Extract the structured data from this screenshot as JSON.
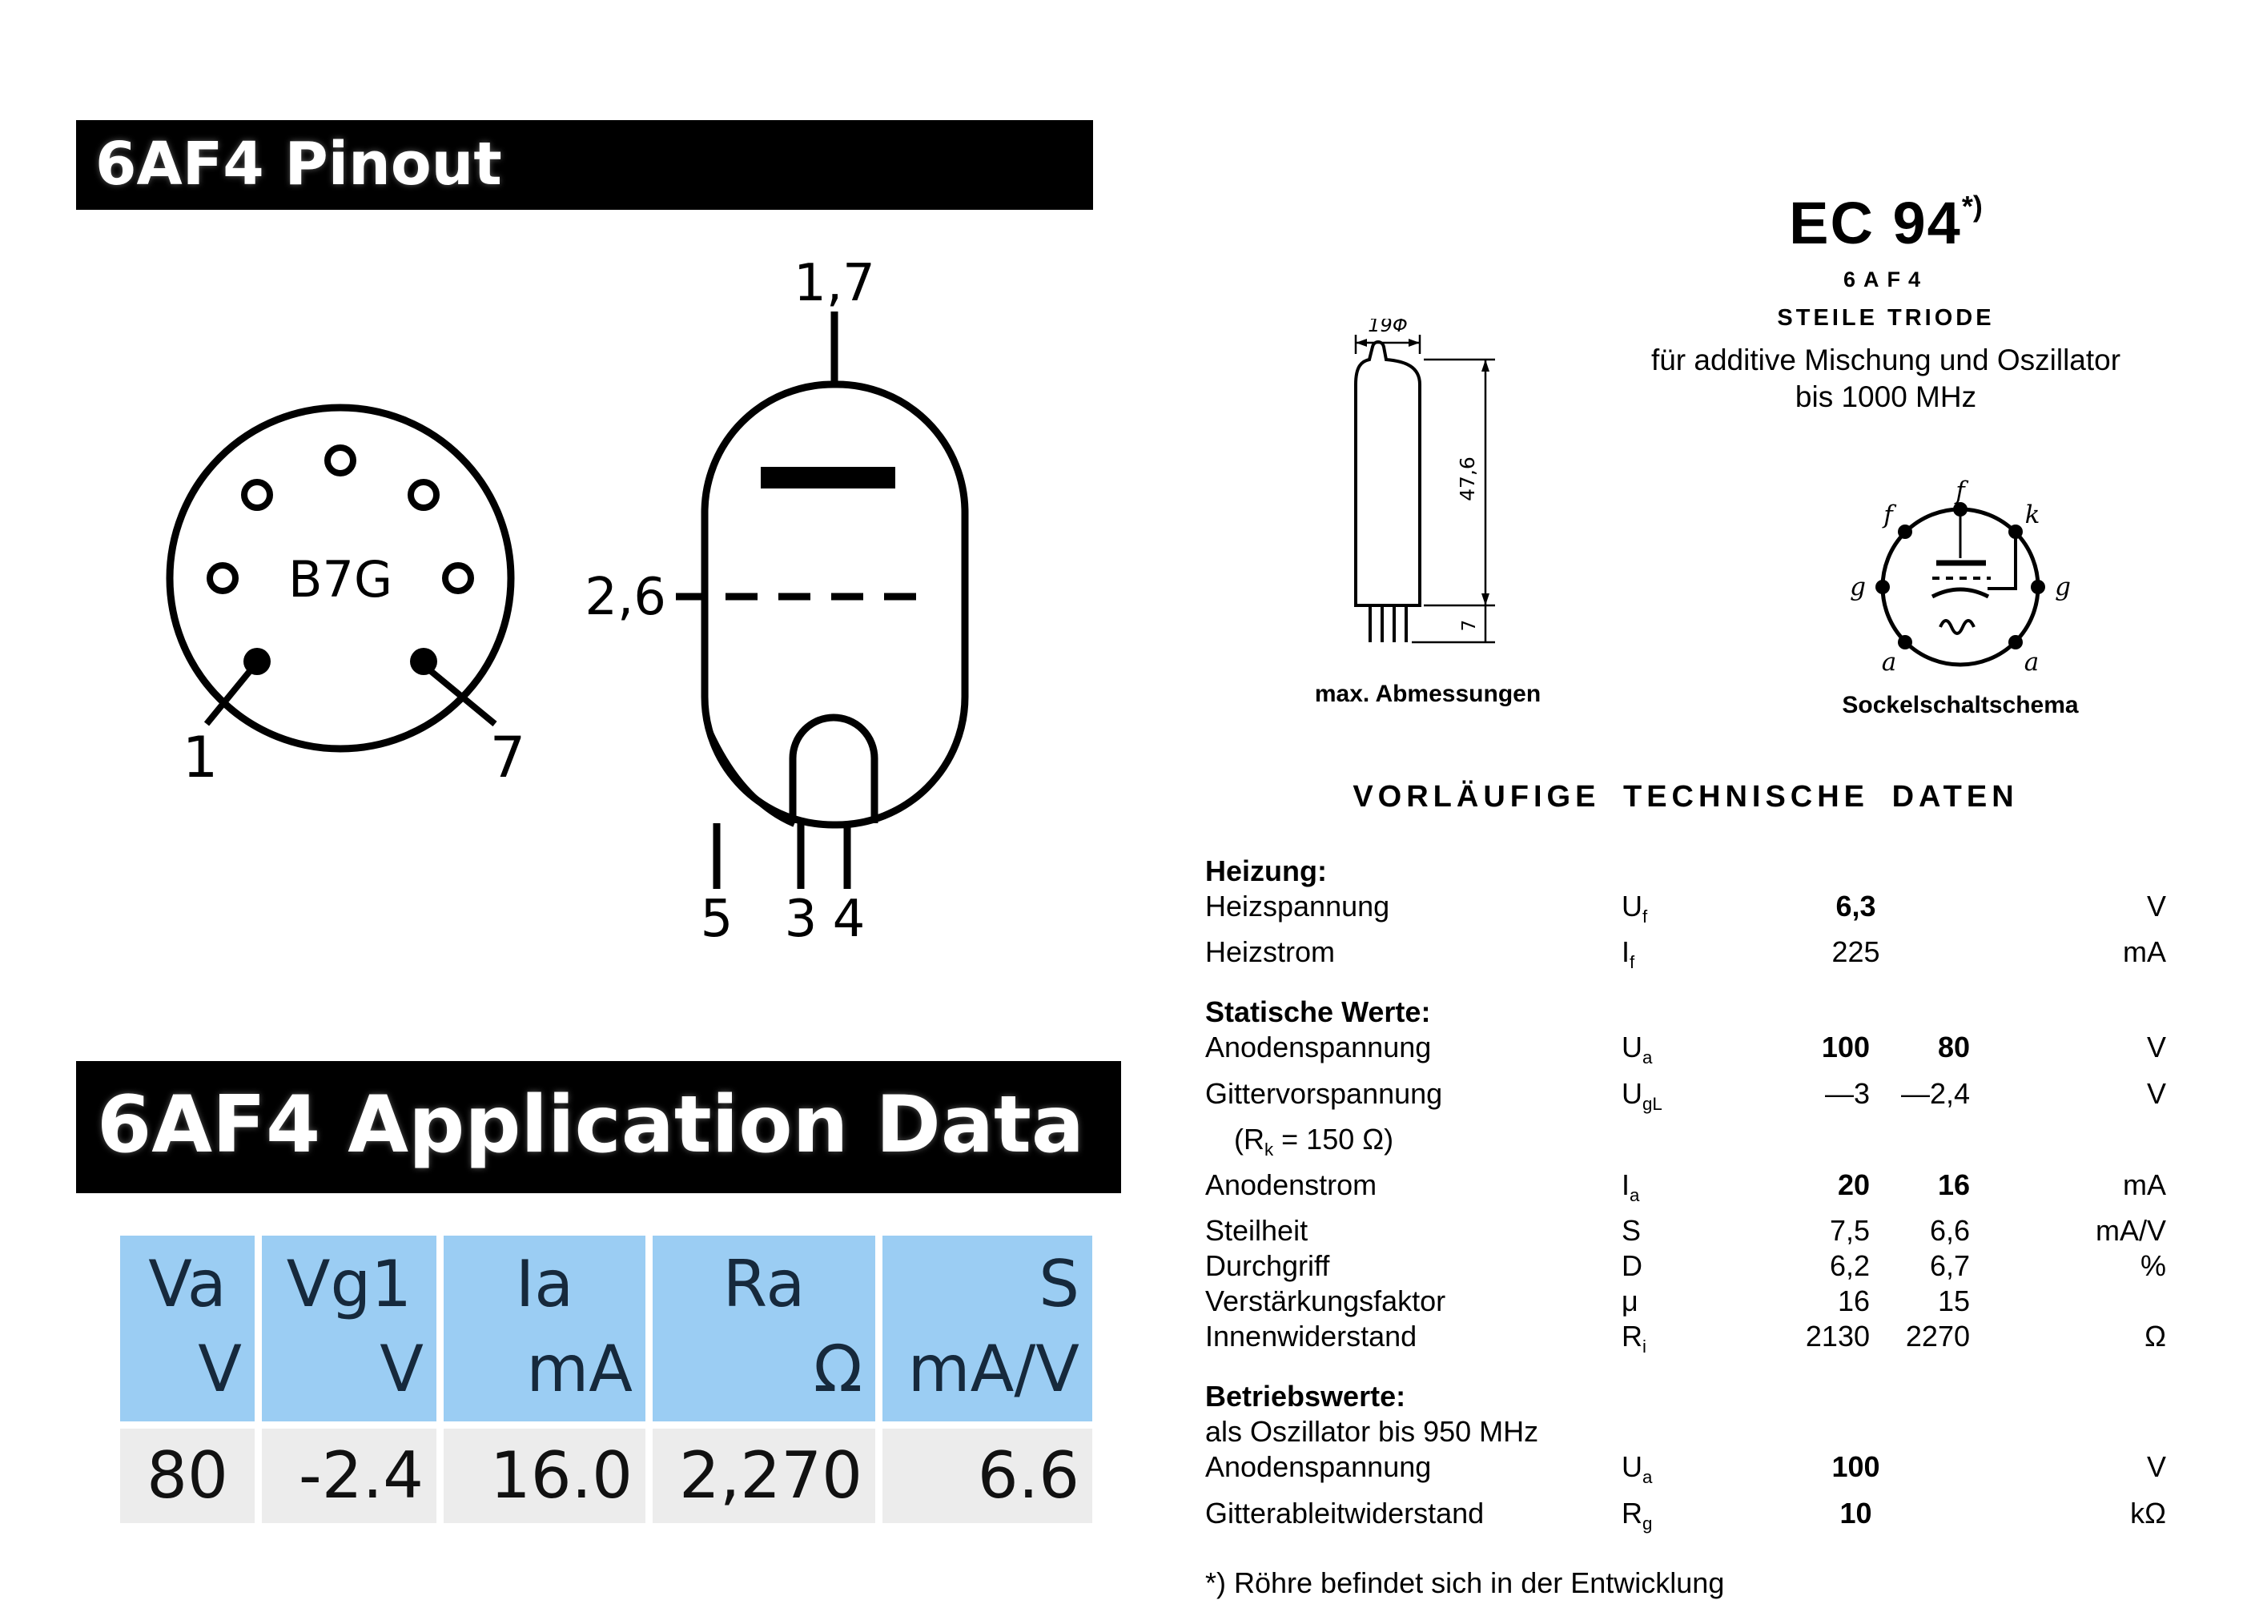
{
  "pinout": {
    "header": "6AF4 Pinout",
    "base_label": "B7G",
    "base_pin_left": "1",
    "base_pin_right": "7",
    "tube_top": "1,7",
    "tube_left": "2,6",
    "tube_bottom": [
      "5",
      "3",
      "4"
    ]
  },
  "application": {
    "header": "6AF4 Application Data",
    "columns": [
      {
        "name": "Va",
        "unit": "V"
      },
      {
        "name": "Vg1",
        "unit": "V"
      },
      {
        "name": "Ia",
        "unit": "mA"
      },
      {
        "name": "Ra",
        "unit": "Ω"
      },
      {
        "name": "S",
        "unit": "mA/V"
      }
    ],
    "values": [
      "80",
      "-2.4",
      "16.0",
      "2,270",
      "6.6"
    ]
  },
  "datasheet": {
    "title": "EC 94",
    "title_footnote": "*)",
    "type_number": "6AF4",
    "tube_type": "STEILE TRIODE",
    "description_line1": "für additive Mischung und Oszillator",
    "description_line2": "bis 1000 MHz",
    "dimensions": {
      "diameter": "19Φ",
      "height": "47,6",
      "pin_length": "7",
      "caption": "max. Abmessungen"
    },
    "socket": {
      "caption": "Sockelschaltschema",
      "pins": {
        "top": "f",
        "top_left": "f",
        "top_right": "k",
        "left": "g",
        "right": "g",
        "bottom_left": "a",
        "bottom_right": "a"
      }
    },
    "section_heading": "VORLÄUFIGE TECHNISCHE DATEN",
    "rows": [
      {
        "type": "section",
        "label": "Heizung:"
      },
      {
        "type": "row",
        "label": "Heizspannung",
        "sym": "U",
        "sub": "f",
        "span": "6,3",
        "bold": true,
        "unit": "V"
      },
      {
        "type": "row",
        "label": "Heizstrom",
        "sym": "I",
        "sub": "f",
        "span": "225",
        "unit": "mA"
      },
      {
        "type": "section",
        "label": "Statische Werte:"
      },
      {
        "type": "row",
        "label": "Anodenspannung",
        "sym": "U",
        "sub": "a",
        "v1": "100",
        "v2": "80",
        "bold": true,
        "unit": "V"
      },
      {
        "type": "row",
        "label": "Gittervorspannung",
        "sym": "U",
        "sub": "gL",
        "v1": "—3",
        "v2": "—2,4",
        "unit": "V"
      },
      {
        "type": "indent",
        "pre": "(R",
        "sub": "k",
        "post": " = 150 Ω)"
      },
      {
        "type": "row",
        "label": "Anodenstrom",
        "sym": "I",
        "sub": "a",
        "v1": "20",
        "v2": "16",
        "bold": true,
        "unit": "mA"
      },
      {
        "type": "row",
        "label": "Steilheit",
        "sym": "S",
        "v1": "7,5",
        "v2": "6,6",
        "unit": "mA/V"
      },
      {
        "type": "row",
        "label": "Durchgriff",
        "sym": "D",
        "v1": "6,2",
        "v2": "6,7",
        "unit": "%"
      },
      {
        "type": "row",
        "label": "Verstärkungsfaktor",
        "sym": "μ",
        "v1": "16",
        "v2": "15",
        "unit": ""
      },
      {
        "type": "row",
        "label": "Innenwiderstand",
        "sym": "R",
        "sub": "i",
        "v1": "2130",
        "v2": "2270",
        "unit": "Ω"
      },
      {
        "type": "section",
        "label": "Betriebswerte:"
      },
      {
        "type": "plain",
        "label": "als Oszillator bis 950 MHz"
      },
      {
        "type": "row",
        "label": "Anodenspannung",
        "sym": "U",
        "sub": "a",
        "span": "100",
        "bold": true,
        "unit": "V"
      },
      {
        "type": "row",
        "label": "Gitterableitwiderstand",
        "sym": "R",
        "sub": "g",
        "span": "10",
        "bold": true,
        "unit": "kΩ"
      }
    ],
    "footnote": "*) Röhre befindet sich in der Entwicklung"
  }
}
